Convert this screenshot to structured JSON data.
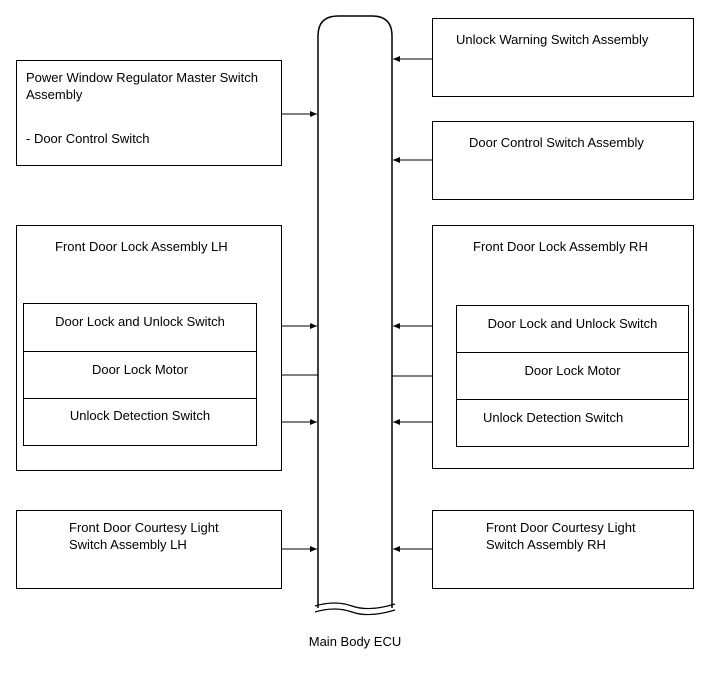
{
  "ecu": {
    "label": "Main Body ECU"
  },
  "left": {
    "master_switch": {
      "line1": "Power Window Regulator Master Switch",
      "line2": "Assembly",
      "sub": "- Door Control Switch"
    },
    "door_lock": {
      "title": "Front Door Lock Assembly LH",
      "lock_unlock_switch": "Door Lock and Unlock Switch",
      "motor": "Door Lock Motor",
      "detection_switch": "Unlock Detection Switch"
    },
    "courtesy": {
      "line1": "Front Door Courtesy Light",
      "line2": "Switch Assembly LH"
    }
  },
  "right": {
    "unlock_warning": "Unlock Warning Switch Assembly",
    "door_control": "Door Control Switch Assembly",
    "door_lock": {
      "title": "Front Door Lock Assembly RH",
      "lock_unlock_switch": "Door Lock and Unlock Switch",
      "motor": "Door Lock Motor",
      "detection_switch": "Unlock Detection Switch"
    },
    "courtesy": {
      "line1": "Front Door Courtesy Light",
      "line2": "Switch Assembly RH"
    }
  }
}
